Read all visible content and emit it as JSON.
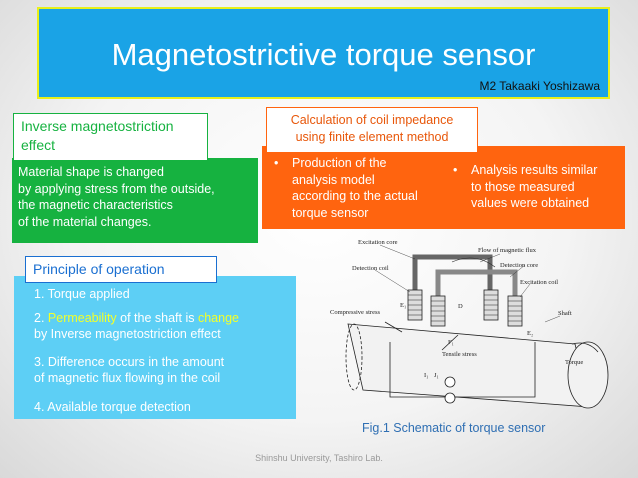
{
  "header": {
    "title": "Magnetostrictive torque sensor",
    "author": "M2 Takaaki Yoshizawa"
  },
  "inverse_effect": {
    "label": "Inverse magnetostriction effect",
    "lines": [
      "Material shape is changed",
      "by applying stress from the outside,",
      "the magnetic characteristics",
      "of the material changes."
    ]
  },
  "calculation": {
    "label_line1": "Calculation of coil impedance",
    "label_line2": "using finite element method",
    "bullet_glyph": "•",
    "bullet1": [
      "Production of the",
      "analysis model",
      "according to the actual",
      "torque sensor"
    ],
    "bullet2": [
      "Analysis results similar",
      "to those measured",
      "values were obtained"
    ]
  },
  "principle": {
    "label": "Principle of operation",
    "item1": "1. Torque applied",
    "item2_prefix": "2. ",
    "item2_hl1": "Permeability",
    "item2_mid": " of the shaft is ",
    "item2_hl2": "change",
    "item2_line2": "by Inverse magnetostriction effect",
    "item3_line1": "3. Difference occurs in the amount",
    "item3_line2": "of magnetic flux flowing in the coil",
    "item4": "4. Available torque detection"
  },
  "figure": {
    "caption": "Fig.1   Schematic of torque sensor",
    "labels": {
      "excitation_core": "Excitation core",
      "flow_flux": "Flow of magnetic flux",
      "detection_coil": "Detection coil",
      "detection_core": "Detection core",
      "excitation_coil": "Excitation coil",
      "compressive": "Compressive stress",
      "tensile": "Tensile stress",
      "shaft": "Shaft",
      "torque": "Torque",
      "e1": "E₁",
      "e2": "E₂",
      "i1": "I₁",
      "j1": "J₁",
      "f1": "F₁",
      "d": "D"
    },
    "colors": {
      "stroke": "#222222",
      "shaft_fill": "#f2f2f2"
    }
  },
  "footer": "Shinshu University, Tashiro Lab.",
  "colors": {
    "title_bg": "#1aa3e6",
    "title_border": "#e8f01a",
    "green": "#16b240",
    "orange": "#ff640f",
    "light_blue": "#5dcff5",
    "label_blue": "#1a6fd1",
    "highlight": "#f2ff2a",
    "caption": "#2f6fb3"
  }
}
